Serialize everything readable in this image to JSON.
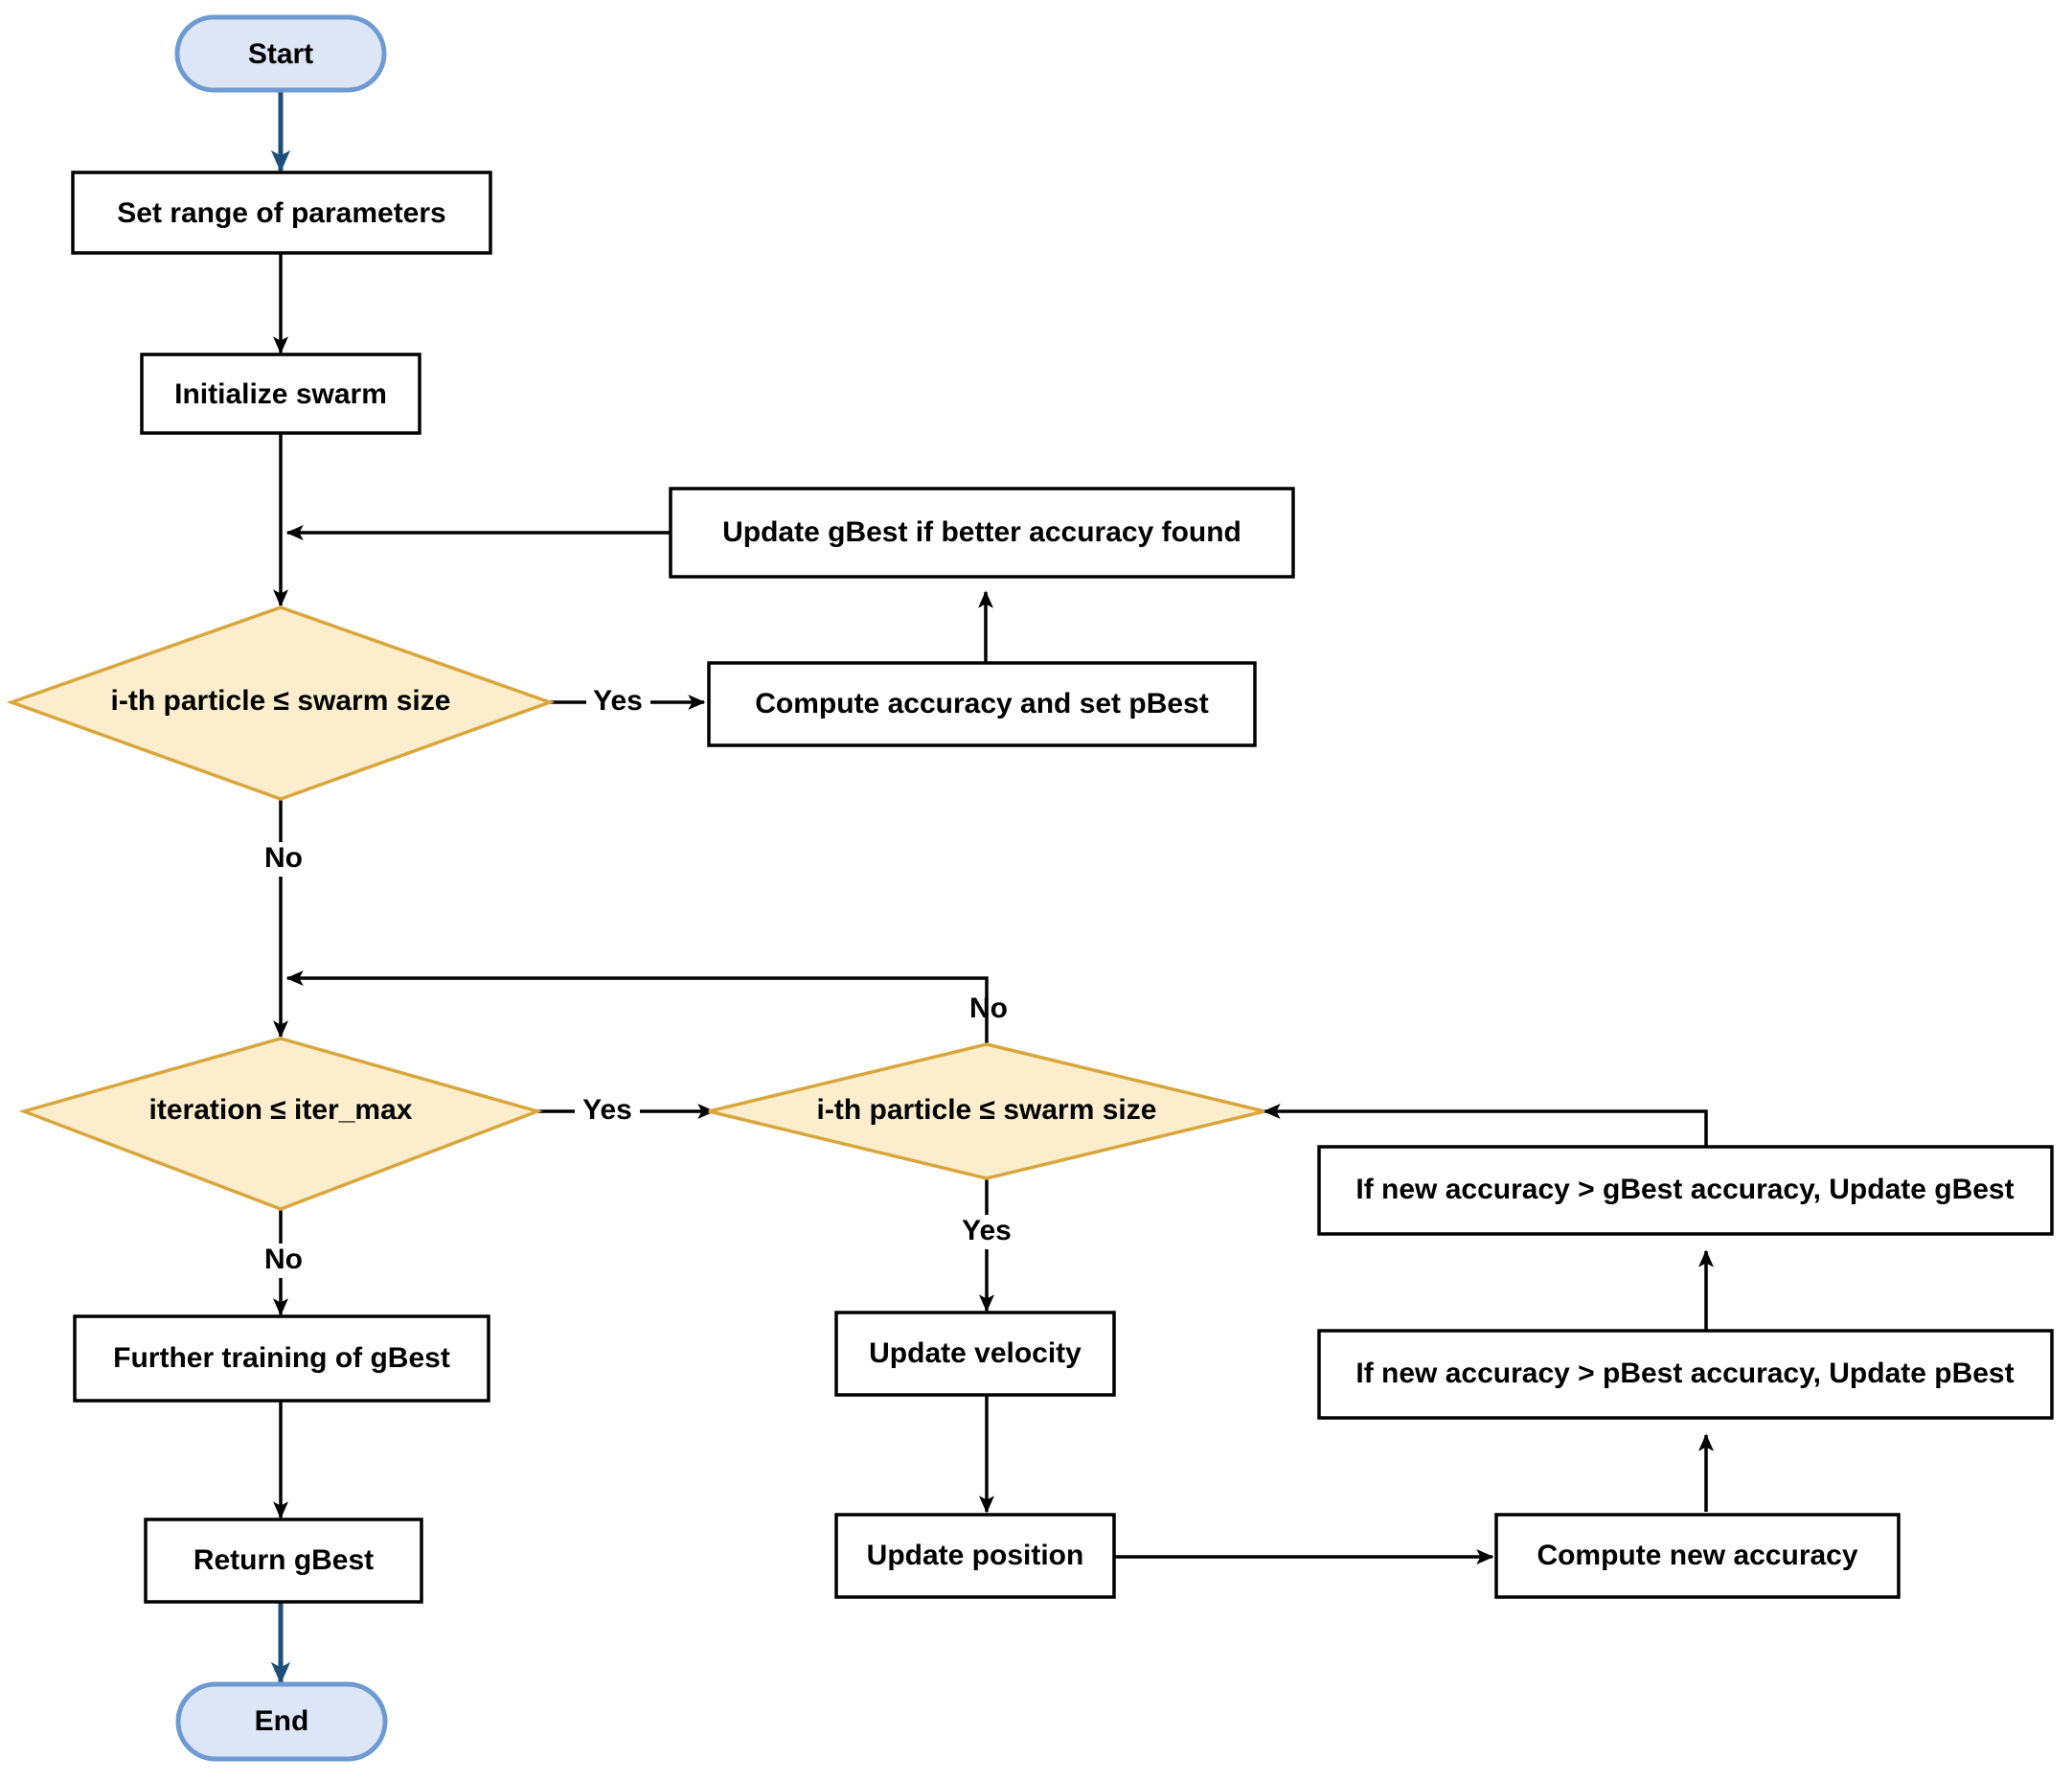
{
  "diagram": {
    "title": "PSO hyperparameter optimization flowchart",
    "colors": {
      "terminator_fill": "#dce6f6",
      "terminator_stroke": "#6d9ad2",
      "process_fill": "#ffffff",
      "process_stroke": "#000000",
      "decision_fill": "#fceecd",
      "decision_stroke": "#d9a63c",
      "edge": "#000000",
      "edge_accent": "#1f4e79",
      "background": "#ffffff"
    },
    "nodes": {
      "start": {
        "label": "Start",
        "type": "terminator"
      },
      "set_range": {
        "label": "Set range of parameters",
        "type": "process"
      },
      "init_swarm": {
        "label": "Initialize swarm",
        "type": "process"
      },
      "update_gbest_found": {
        "label": "Update gBest if better accuracy found",
        "type": "process"
      },
      "decision_particle_1": {
        "label": "i-th particle ≤ swarm size",
        "type": "decision"
      },
      "compute_pbest": {
        "label": "Compute accuracy and set pBest",
        "type": "process"
      },
      "decision_iteration": {
        "label": "iteration ≤ iter_max",
        "type": "decision"
      },
      "decision_particle_2": {
        "label": "i-th particle ≤ swarm size",
        "type": "decision"
      },
      "further_training": {
        "label": "Further training of gBest",
        "type": "process"
      },
      "return_gbest": {
        "label": "Return gBest",
        "type": "process"
      },
      "end": {
        "label": "End",
        "type": "terminator"
      },
      "update_velocity": {
        "label": "Update velocity",
        "type": "process"
      },
      "update_position": {
        "label": "Update position",
        "type": "process"
      },
      "compute_new_accuracy": {
        "label": "Compute new accuracy",
        "type": "process"
      },
      "if_pbest": {
        "label": "If new accuracy > pBest accuracy, Update pBest",
        "type": "process"
      },
      "if_gbest": {
        "label": "If new accuracy > gBest accuracy, Update gBest",
        "type": "process"
      }
    },
    "edge_labels": {
      "yes_particle_1": "Yes",
      "no_particle_1": "No",
      "yes_iteration": "Yes",
      "no_iteration": "No",
      "yes_particle_2": "Yes",
      "no_particle_2": "No"
    }
  }
}
